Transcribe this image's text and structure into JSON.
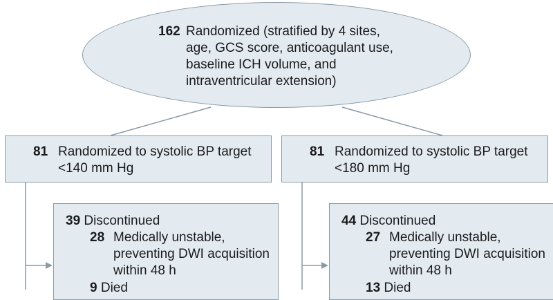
{
  "randomized": {
    "count": "162",
    "text": "Randomized (stratified by 4 sites, age, GCS score, anticoagulant use, baseline ICH volume, and intraventricular extension)"
  },
  "arms": [
    {
      "count": "81",
      "text": "Randomized to systolic BP target <140 mm Hg",
      "discontinued": {
        "count": "39",
        "label": "Discontinued",
        "reasons": [
          {
            "count": "28",
            "text": "Medically unstable, preventing DWI acquisition within 48 h"
          },
          {
            "count": "9",
            "text": "Died"
          }
        ]
      }
    },
    {
      "count": "81",
      "text": "Randomized to systolic BP target <180 mm Hg",
      "discontinued": {
        "count": "44",
        "label": "Discontinued",
        "reasons": [
          {
            "count": "27",
            "text": "Medically unstable, preventing DWI acquisition within 48 h"
          },
          {
            "count": "13",
            "text": "Died"
          }
        ]
      }
    }
  ],
  "colors": {
    "box_fill": "#e3ebf1",
    "box_border": "#8a9aa6",
    "line": "#8a9aa6"
  }
}
